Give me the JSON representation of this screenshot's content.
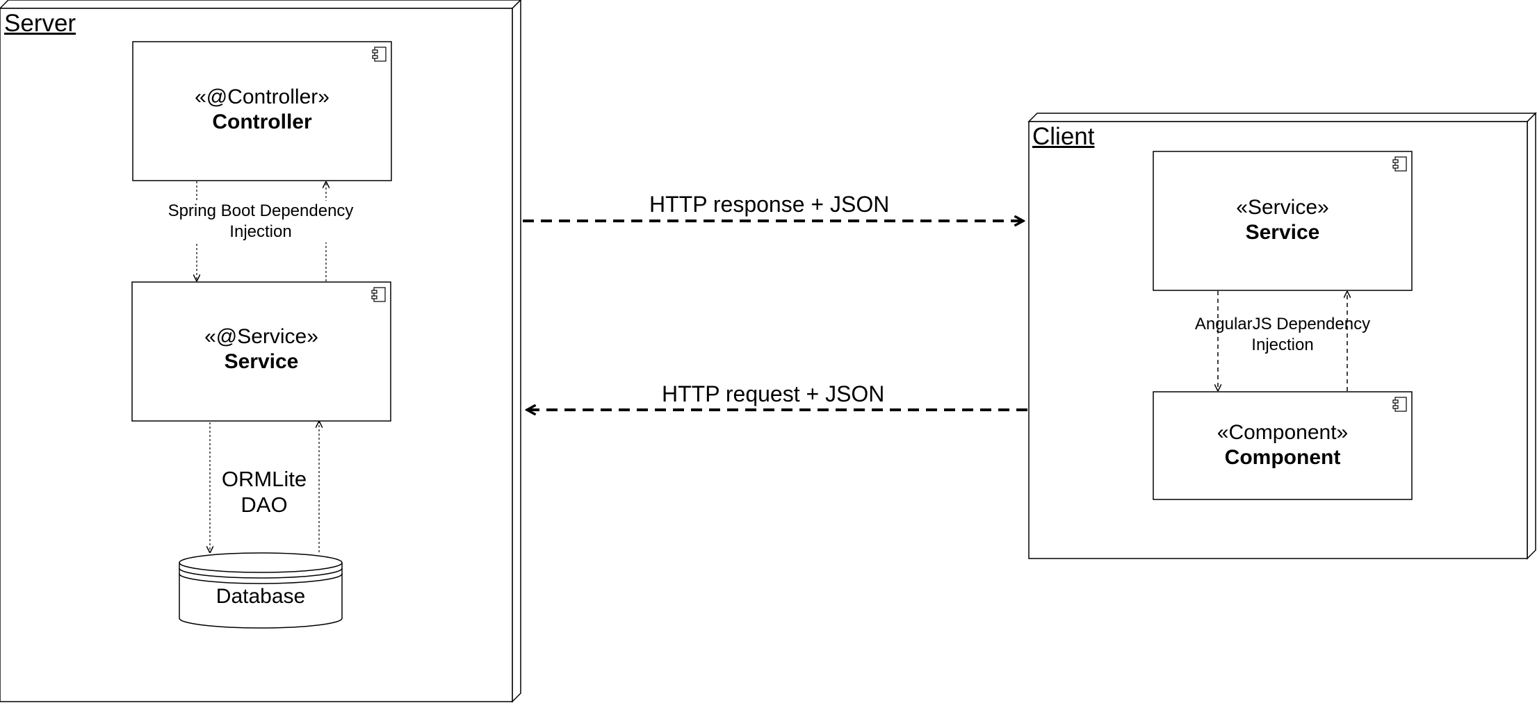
{
  "server": {
    "title": "Server",
    "controller": {
      "stereotype": "«@Controller»",
      "name": "Controller"
    },
    "service": {
      "stereotype": "«@Service»",
      "name": "Service"
    },
    "database": {
      "label": "Database"
    },
    "di_label_line1": "Spring Boot Dependency",
    "di_label_line2": "Injection",
    "dao_label_line1": "ORMLite",
    "dao_label_line2": "DAO"
  },
  "client": {
    "title": "Client",
    "service": {
      "stereotype": "«Service»",
      "name": "Service"
    },
    "component": {
      "stereotype": "«Component»",
      "name": "Component"
    },
    "di_label_line1": "AngularJS Dependency",
    "di_label_line2": "Injection"
  },
  "connections": {
    "response_label": "HTTP response + JSON",
    "request_label": "HTTP request + JSON"
  },
  "icons": {
    "component_icon": "uml-component-icon"
  }
}
